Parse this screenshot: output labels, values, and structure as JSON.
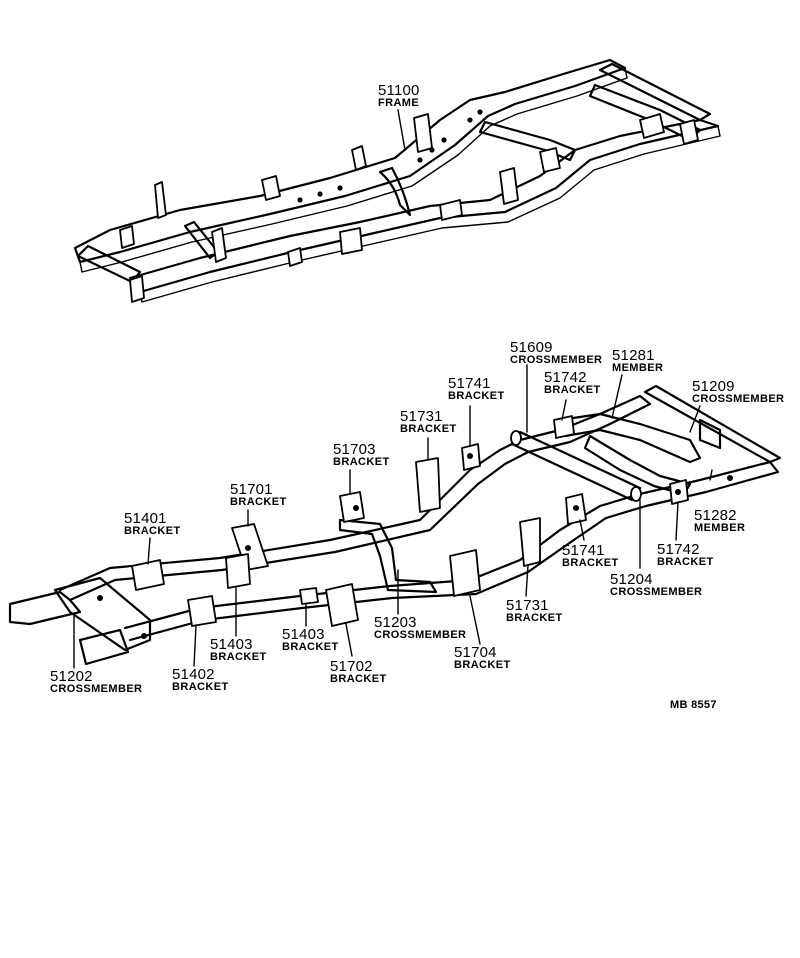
{
  "callouts": {
    "p51100": {
      "number": "51100",
      "name": "FRAME"
    },
    "p51609": {
      "number": "51609",
      "name": "CROSSMEMBER"
    },
    "p51281": {
      "number": "51281",
      "name": "MEMBER"
    },
    "p51209": {
      "number": "51209",
      "name": "CROSSMEMBER"
    },
    "p51741_top": {
      "number": "51741",
      "name": "BRACKET"
    },
    "p51742_top": {
      "number": "51742",
      "name": "BRACKET"
    },
    "p51731_top": {
      "number": "51731",
      "name": "BRACKET"
    },
    "p51703": {
      "number": "51703",
      "name": "BRACKET"
    },
    "p51701": {
      "number": "51701",
      "name": "BRACKET"
    },
    "p51401": {
      "number": "51401",
      "name": "BRACKET"
    },
    "p51282": {
      "number": "51282",
      "name": "MEMBER"
    },
    "p51742_bot": {
      "number": "51742",
      "name": "BRACKET"
    },
    "p51741_bot": {
      "number": "51741",
      "name": "BRACKET"
    },
    "p51204": {
      "number": "51204",
      "name": "CROSSMEMBER"
    },
    "p51731_bot": {
      "number": "51731",
      "name": "BRACKET"
    },
    "p51403_a": {
      "number": "51403",
      "name": "BRACKET"
    },
    "p51403_b": {
      "number": "51403",
      "name": "BRACKET"
    },
    "p51203": {
      "number": "51203",
      "name": "CROSSMEMBER"
    },
    "p51704": {
      "number": "51704",
      "name": "BRACKET"
    },
    "p51202": {
      "number": "51202",
      "name": "CROSSMEMBER"
    },
    "p51402": {
      "number": "51402",
      "name": "BRACKET"
    },
    "p51702": {
      "number": "51702",
      "name": "BRACKET"
    }
  },
  "reference_code": "MB 8557"
}
